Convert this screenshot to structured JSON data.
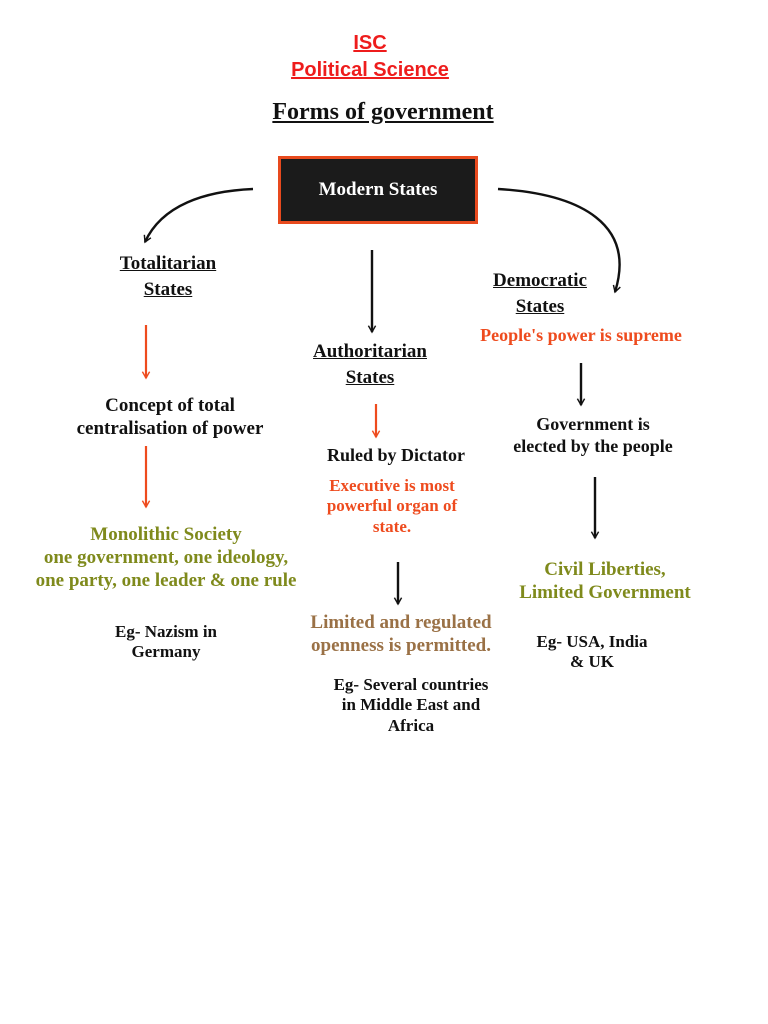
{
  "header": {
    "line1": "ISC",
    "line2": "Political Science",
    "title": "Forms of government"
  },
  "root": {
    "label": "Modern States"
  },
  "totalitarian": {
    "title_l1": "Totalitarian",
    "title_l2": "States",
    "concept_l1": "Concept of total",
    "concept_l2": "centralisation of power",
    "society_l1": "Monolithic Society",
    "society_l2": "one government, one ideology,",
    "society_l3": "one party, one leader & one rule",
    "example_l1": "Eg- Nazism in",
    "example_l2": "Germany"
  },
  "authoritarian": {
    "title_l1": "Authoritarian",
    "title_l2": "States",
    "ruled": "Ruled by Dictator",
    "exec_l1": "Executive is most",
    "exec_l2": "powerful organ of",
    "exec_l3": "state.",
    "limited_l1": "Limited and regulated",
    "limited_l2": "openness is permitted.",
    "example_l1": "Eg- Several countries",
    "example_l2": "in Middle East and",
    "example_l3": "Africa"
  },
  "democratic": {
    "title_l1": "Democratic",
    "title_l2": "States",
    "power": "People's power is supreme",
    "gov_l1": "Government is",
    "gov_l2": "elected by the people",
    "civil_l1": "Civil Liberties,",
    "civil_l2": "Limited Government",
    "example_l1": "Eg- USA, India",
    "example_l2": "& UK"
  },
  "colors": {
    "red": "#ee1c1c",
    "orange": "#ee4b1e",
    "olive": "#7f8a1c",
    "brown": "#9a7146",
    "box_bg": "#1b1b1b",
    "box_border": "#e84a1e"
  }
}
